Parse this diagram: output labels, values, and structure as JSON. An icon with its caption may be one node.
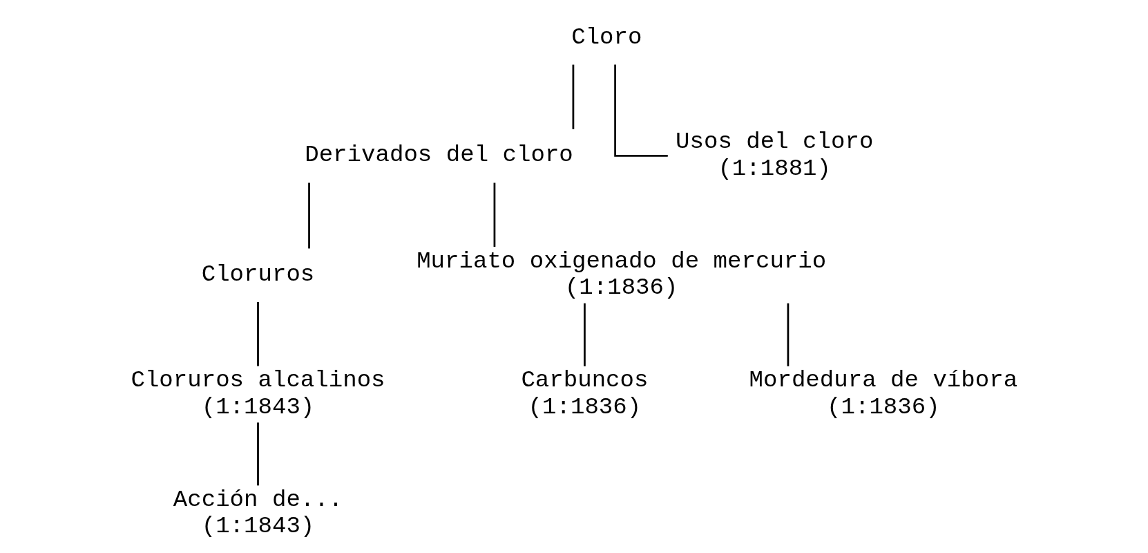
{
  "diagram": {
    "nodes": [
      {
        "text": [
          "Cloro"
        ]
      },
      {
        "text": [
          "Derivados del cloro"
        ]
      },
      {
        "text": [
          "Usos del cloro",
          "(1:1881)"
        ]
      },
      {
        "text": [
          "Cloruros"
        ]
      },
      {
        "text": [
          "Muriato oxigenado de mercurio",
          "(1:1836)"
        ]
      },
      {
        "text": [
          "Cloruros alcalinos",
          "(1:1843)"
        ]
      },
      {
        "text": [
          "Carbuncos",
          "(1:1836)"
        ]
      },
      {
        "text": [
          "Mordedura de víbora",
          "(1:1836)"
        ]
      },
      {
        "text": [
          "Acción de...",
          "(1:1843)"
        ]
      }
    ],
    "edges": [
      {
        "from": 0,
        "to": 1,
        "arrow": "none"
      },
      {
        "from": 0,
        "to": 2,
        "arrow": "none"
      },
      {
        "from": 1,
        "to": 3,
        "arrow": "none"
      },
      {
        "from": 1,
        "to": 4,
        "arrow": "none"
      },
      {
        "from": 3,
        "to": 5,
        "arrow": "none"
      },
      {
        "from": 4,
        "to": 6,
        "arrow": "none"
      },
      {
        "from": 4,
        "to": 7,
        "arrow": "none"
      },
      {
        "from": 5,
        "to": 8,
        "arrow": "none"
      }
    ]
  }
}
